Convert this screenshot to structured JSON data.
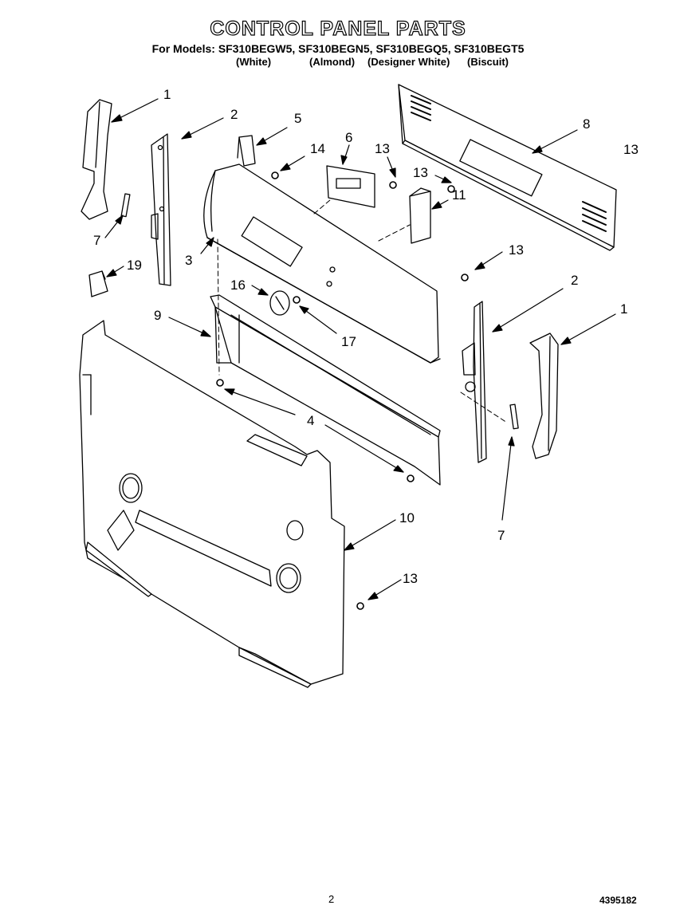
{
  "header": {
    "title": "CONTROL PANEL PARTS",
    "models": "For Models: SF310BEGW5, SF310BEGN5, SF310BEGQ5, SF310BEGT5",
    "colors": [
      "(White)",
      "(Almond)",
      "(Designer White)",
      "(Biscuit)"
    ]
  },
  "callouts": [
    "1",
    "2",
    "5",
    "14",
    "6",
    "13",
    "13",
    "8",
    "13",
    "11",
    "7",
    "3",
    "19",
    "13",
    "16",
    "9",
    "17",
    "2",
    "1",
    "4",
    "7",
    "10",
    "13"
  ],
  "footer": {
    "page": "2",
    "doc_number": "4395182"
  }
}
